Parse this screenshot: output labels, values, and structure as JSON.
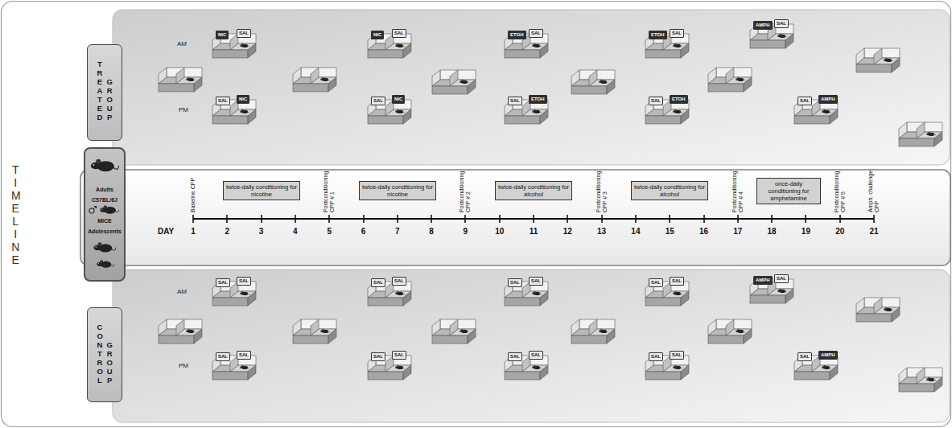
{
  "diagram": {
    "nodes": [
      {
        "text": [
          "TREATED",
          "GROUP"
        ]
      },
      {
        "text": [
          "Adults",
          "C57BL/6J",
          "MICE",
          "Adolescents"
        ]
      },
      {
        "text": [
          "CONTROL",
          "GROUP"
        ]
      },
      {
        "text": [
          "twice-daily conditioning for nicotine"
        ]
      },
      {
        "text": [
          "twice-daily conditioning for nicotine"
        ]
      },
      {
        "text": [
          "twice-daily conditioning for alcohol"
        ]
      },
      {
        "text": [
          "twice-daily conditioning for alcohol"
        ]
      },
      {
        "text": [
          "once-daily conditioning for amphetamine"
        ]
      },
      {
        "text": [
          "NIC"
        ]
      },
      {
        "text": [
          "SAL"
        ]
      },
      {
        "text": [
          "NIC"
        ]
      },
      {
        "text": [
          "SAL"
        ]
      },
      {
        "text": [
          "ETOH"
        ]
      },
      {
        "text": [
          "SAL"
        ]
      },
      {
        "text": [
          "ETOH"
        ]
      },
      {
        "text": [
          "SAL"
        ]
      },
      {
        "text": [
          "AMPH"
        ]
      },
      {
        "text": [
          "SAL"
        ]
      },
      {
        "text": [
          "SAL"
        ]
      },
      {
        "text": [
          "NIC"
        ]
      },
      {
        "text": [
          "SAL"
        ]
      },
      {
        "text": [
          "NIC"
        ]
      },
      {
        "text": [
          "SAL"
        ]
      },
      {
        "text": [
          "ETOH"
        ]
      },
      {
        "text": [
          "SAL"
        ]
      },
      {
        "text": [
          "ETOH"
        ]
      },
      {
        "text": [
          "SAL"
        ]
      },
      {
        "text": [
          "AMPH"
        ]
      },
      {
        "text": [
          "SAL"
        ]
      },
      {
        "text": [
          "SAL"
        ]
      },
      {
        "text": [
          "SAL"
        ]
      },
      {
        "text": [
          "SAL"
        ]
      },
      {
        "text": [
          "SAL"
        ]
      },
      {
        "text": [
          "SAL"
        ]
      },
      {
        "text": [
          "SAL"
        ]
      },
      {
        "text": [
          "SAL"
        ]
      },
      {
        "text": [
          "AMPH"
        ]
      },
      {
        "text": [
          "SAL"
        ]
      },
      {
        "text": [
          "SAL"
        ]
      },
      {
        "text": [
          "SAL"
        ]
      },
      {
        "text": [
          "SAL"
        ]
      },
      {
        "text": [
          "SAL"
        ]
      },
      {
        "text": [
          "SAL"
        ]
      },
      {
        "text": [
          "SAL"
        ]
      },
      {
        "text": [
          "SAL"
        ]
      },
      {
        "text": [
          "SAL"
        ]
      },
      {
        "text": [
          "SAL"
        ]
      },
      {
        "text": [
          "AMPH"
        ]
      }
    ],
    "labels": [
      "TIMELINE",
      "AM",
      "PM",
      "Baseline CPP",
      "Postconditioning CPP # 1",
      "Postconditioning CPP # 2",
      "Postconditioning CPP # 3",
      "Postconditioning CPP # 4",
      "Postconditioning CPP # 5",
      "Amph. challenge CPP",
      "DAY",
      "1",
      "2",
      "3",
      "4",
      "5",
      "6",
      "7",
      "8",
      "9",
      "10",
      "11",
      "12",
      "13",
      "14",
      "15",
      "16",
      "17",
      "18",
      "19",
      "20",
      "21",
      "AM",
      "PM"
    ]
  }
}
